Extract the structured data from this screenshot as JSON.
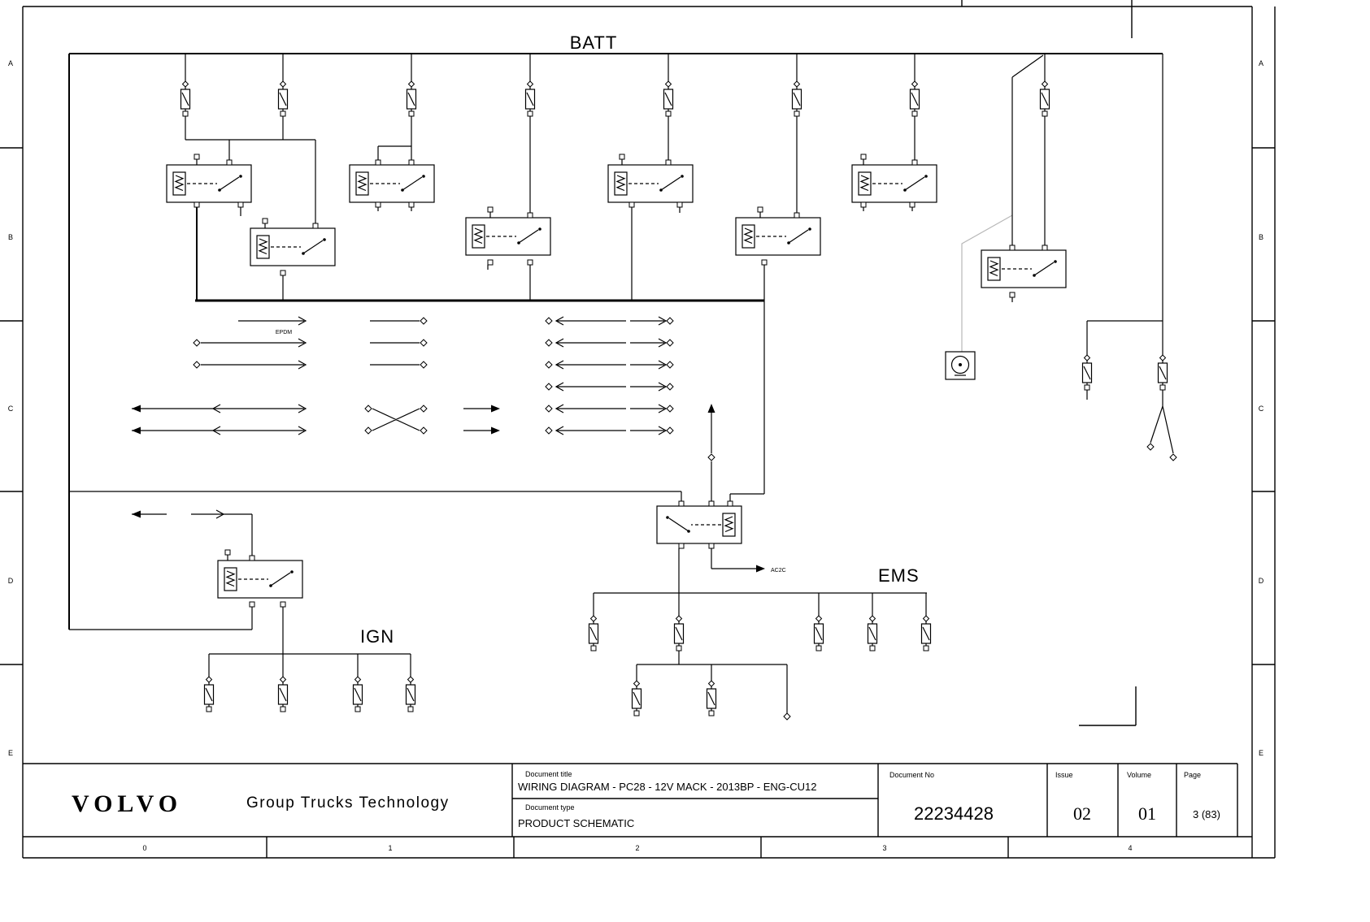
{
  "frame": {
    "rows": [
      "A",
      "B",
      "C",
      "D",
      "E"
    ],
    "cols": [
      "0",
      "1",
      "2",
      "3",
      "4"
    ]
  },
  "labels": {
    "batt": "BATT",
    "ign": "IGN",
    "ems": "EMS",
    "epdm": "EPDM",
    "ac2c": "AC2C"
  },
  "title_block": {
    "company": "VOLVO",
    "division": "Group Trucks Technology",
    "doc_title_label": "Document title",
    "doc_title": "WIRING DIAGRAM - PC28 - 12V MACK - 2013BP - ENG-CU12",
    "doc_type_label": "Document type",
    "doc_type": "PRODUCT SCHEMATIC",
    "doc_no_label": "Document No",
    "doc_no": "22234428",
    "issue_label": "Issue",
    "issue": "02",
    "volume_label": "Volume",
    "volume": "01",
    "page_label": "Page",
    "page": "3 (83)"
  },
  "colors": {
    "wire": "#000000",
    "ghost_wire": "#b8b8b8",
    "paper": "#ffffff"
  }
}
